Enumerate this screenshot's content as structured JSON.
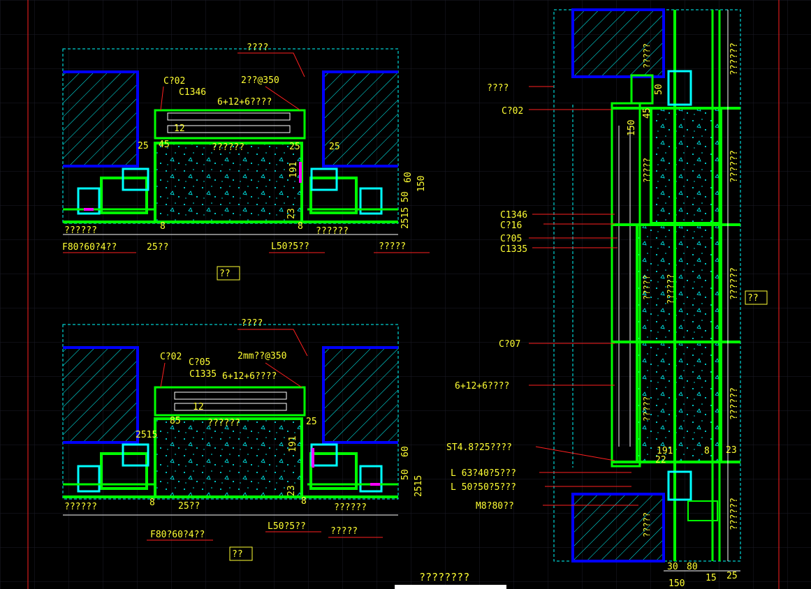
{
  "title": "????????",
  "top_left_detail": {
    "label_top": "????",
    "c02": "C?02",
    "c1346": "C1346",
    "anchor": "2??@350",
    "glass": "6+12+6????",
    "dim_12": "12",
    "dim_25a": "25",
    "dim_25b": "25",
    "dim_45": "45",
    "dim_25c": "25",
    "center": "??????",
    "dim_191": "191",
    "dim_50": "50",
    "dim_60": "60",
    "dim_150": "150",
    "dim_8a": "8",
    "dim_8b": "8",
    "dim_23": "23",
    "dim_2515": "2515",
    "bottom_left": "??????",
    "f80": "F80?60?4??",
    "dim_25mm": "25??",
    "bottom_mid": "??????",
    "l50": "L50?5??",
    "bottom_right": "?????",
    "caption": "??"
  },
  "bottom_left_detail": {
    "label_top": "????",
    "c02": "C?02",
    "c05": "C?05",
    "c1335": "C1335",
    "anchor": "2mm??@350",
    "glass": "6+12+6????",
    "dim_12": "12",
    "dim_85": "85",
    "center": "??????",
    "dim_25": "25",
    "dim_2515": "2515",
    "dim_191": "191",
    "dim_60": "60",
    "dim_50": "50",
    "dim_2515b": "2515",
    "dim_8a": "8",
    "dim_8b": "8",
    "dim_23": "23",
    "dim_25mm": "25??",
    "bottom_left": "??????",
    "f80": "F80?60?4??",
    "bottom_mid": "??????",
    "l50": "L50?5??",
    "bottom_right": "?????",
    "caption": "??"
  },
  "right_section": {
    "label_top": "????",
    "c02": "C?02",
    "c1346": "C1346",
    "c16": "C?16",
    "c05": "C?05",
    "c1335": "C1335",
    "c07": "C?07",
    "glass": "6+12+6????",
    "st48": "ST4.8?25????",
    "l63": "L 63?40?5???",
    "l50": "L   50?50?5???",
    "m8": "M8?80??",
    "dim_50": "50",
    "dim_45": "45",
    "dim_150v": "150",
    "dim_191": "191",
    "dim_8": "8",
    "dim_23": "23",
    "dim_22": "22",
    "dim_30": "30",
    "dim_80": "80",
    "dim_150": "150",
    "dim_15": "15",
    "dim_25": "25",
    "v_labels": [
      "??????",
      "??????",
      "??????",
      "??????",
      "??????"
    ],
    "inner_labels": [
      "?????",
      "?????",
      "??????",
      "?????",
      "?????",
      "?????"
    ],
    "caption": "??"
  },
  "colors": {
    "background": "#000000",
    "grid": "#1c1c28",
    "frame": "#00ff00",
    "wall": "#0000ff",
    "hatch": "#00ffff",
    "text": "#ffff33",
    "leader": "#ff2020",
    "dim": "#ffffff",
    "accent": "#ff00ff"
  }
}
